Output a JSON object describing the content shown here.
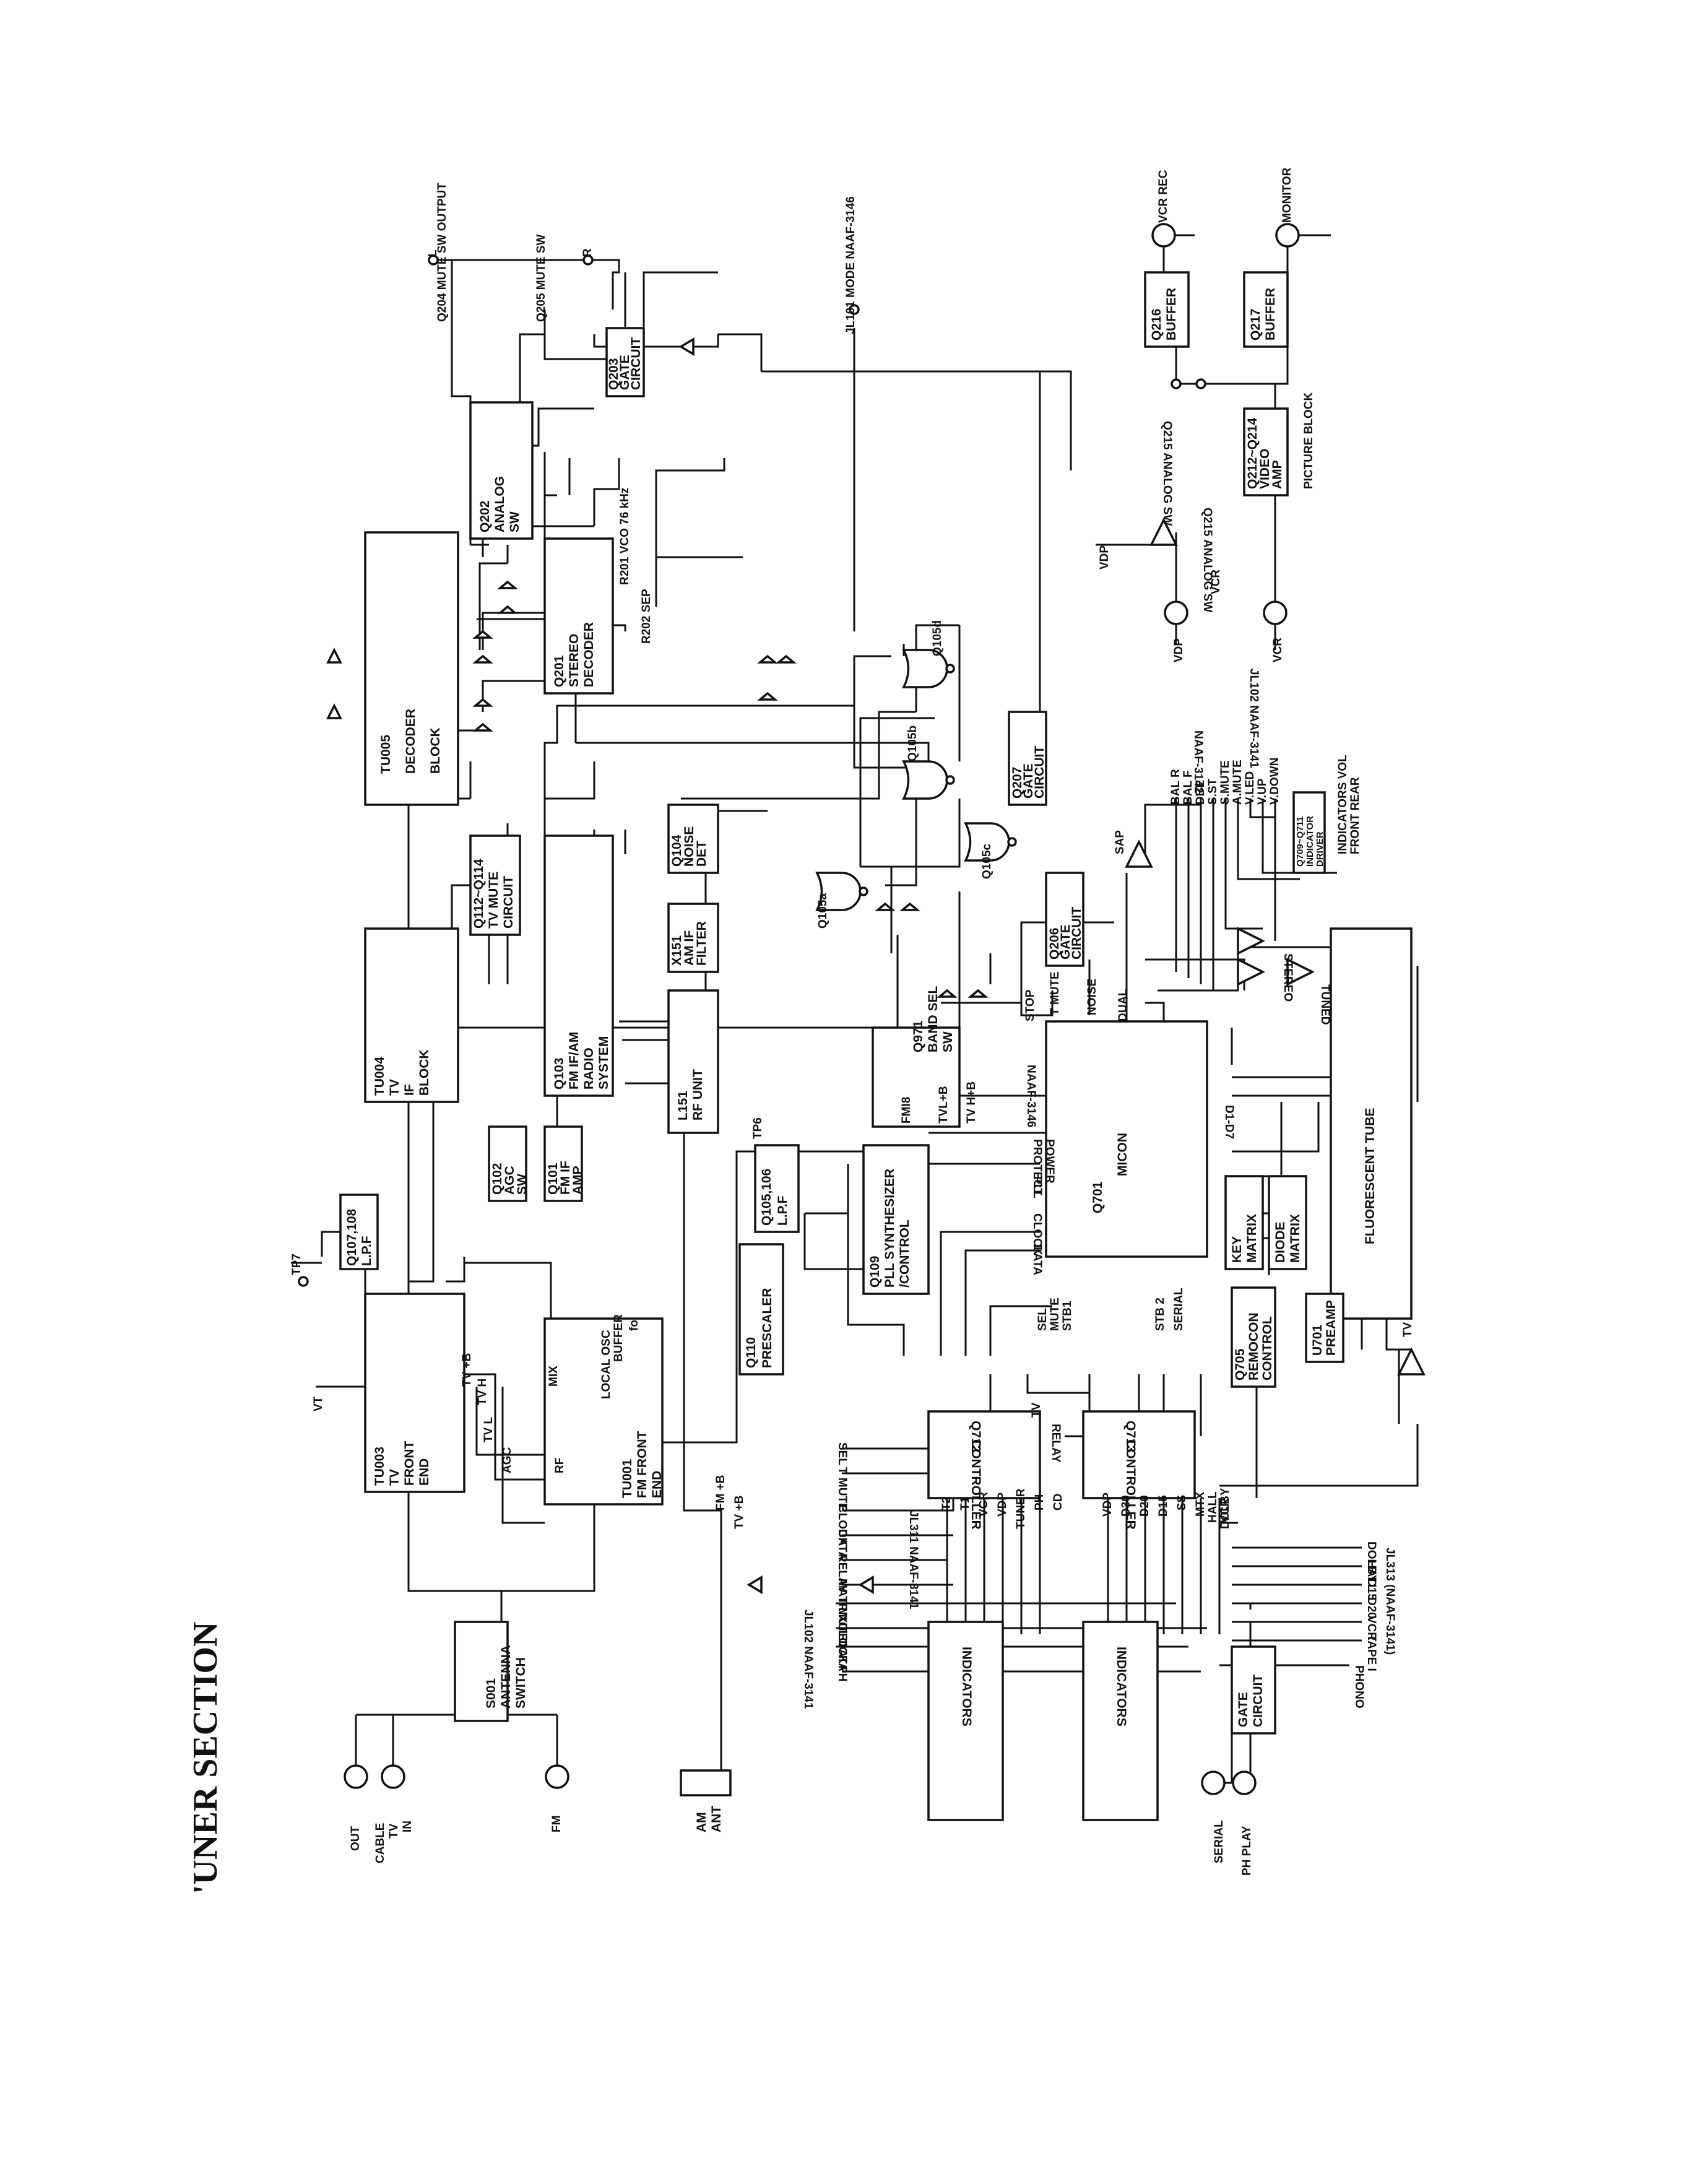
{
  "title": "'UNER SECTION",
  "blocks": [
    {
      "id": "tu003",
      "lines": [
        "TU003",
        "TV",
        "FRONT",
        "END"
      ]
    },
    {
      "id": "tu001",
      "lines": [
        "TU001",
        "FM FRONT",
        "END"
      ]
    },
    {
      "id": "s001",
      "lines": [
        "S001",
        "ANTENNA",
        "SWITCH"
      ]
    },
    {
      "id": "q107",
      "lines": [
        "Q107,108",
        "L.P.F"
      ]
    },
    {
      "id": "tu004",
      "lines": [
        "TU004",
        "TV",
        "IF",
        "BLOCK"
      ]
    },
    {
      "id": "tu005",
      "lines": [
        "TU005",
        "DECODER",
        "BLOCK"
      ]
    },
    {
      "id": "q112",
      "lines": [
        "Q112~Q114",
        "TV MUTE",
        "CIRCUIT"
      ]
    },
    {
      "id": "q103",
      "lines": [
        "Q103",
        "FM IF/AM",
        "RADIO",
        "SYSTEM"
      ]
    },
    {
      "id": "q102",
      "lines": [
        "Q102",
        "AGC",
        "SW"
      ]
    },
    {
      "id": "q101",
      "lines": [
        "Q101",
        "FM IF",
        "AMP"
      ]
    },
    {
      "id": "l151",
      "lines": [
        "L151",
        "RF UNIT"
      ]
    },
    {
      "id": "q104",
      "lines": [
        "Q104",
        "NOISE",
        "DET"
      ]
    },
    {
      "id": "x151",
      "lines": [
        "X151",
        "AM IF",
        "FILTER"
      ]
    },
    {
      "id": "q110",
      "lines": [
        "Q110",
        "PRESCALER"
      ]
    },
    {
      "id": "q105",
      "lines": [
        "Q105,106",
        "L.P.F"
      ]
    },
    {
      "id": "q109",
      "lines": [
        "Q109",
        "PLL SYNTHESIZER",
        "/CONTROL"
      ]
    },
    {
      "id": "q971",
      "lines": [
        "Q971",
        "BAND SEL",
        "SW"
      ]
    },
    {
      "id": "q201",
      "lines": [
        "Q201",
        "STEREO",
        "DECODER"
      ]
    },
    {
      "id": "q202",
      "lines": [
        "Q202",
        "ANALOG",
        "SW"
      ]
    },
    {
      "id": "q203",
      "lines": [
        "Q203",
        "GATE",
        "CIRCUIT"
      ]
    },
    {
      "id": "q207",
      "lines": [
        "Q207",
        "GATE",
        "CIRCUIT"
      ]
    },
    {
      "id": "q206",
      "lines": [
        "Q206",
        "GATE",
        "CIRCUIT"
      ]
    },
    {
      "id": "q701",
      "lines": [
        "Q701",
        "MICON"
      ]
    },
    {
      "id": "key",
      "lines": [
        "KEY",
        "MATRIX"
      ]
    },
    {
      "id": "diode",
      "lines": [
        "DIODE",
        "MATRIX"
      ]
    },
    {
      "id": "fl",
      "lines": [
        "FLUORESCENT TUBE"
      ]
    },
    {
      "id": "q709",
      "lines": [
        "Q709~Q711",
        "INDICATOR",
        "DRIVER"
      ]
    },
    {
      "id": "q705",
      "lines": [
        "Q705",
        "REMOCON",
        "CONTROL"
      ]
    },
    {
      "id": "u701",
      "lines": [
        "U701",
        "PREAMP"
      ]
    },
    {
      "id": "q712",
      "lines": [
        "Q712",
        "CONTROLLER"
      ]
    },
    {
      "id": "q713",
      "lines": [
        "Q713",
        "CONTROLLER"
      ]
    },
    {
      "id": "ind1",
      "lines": [
        "INDICATORS"
      ]
    },
    {
      "id": "ind2",
      "lines": [
        "INDICATORS"
      ]
    },
    {
      "id": "gate",
      "lines": [
        "GATE",
        "CIRCUIT"
      ]
    },
    {
      "id": "q216",
      "lines": [
        "Q216",
        "BUFFER"
      ]
    },
    {
      "id": "q217",
      "lines": [
        "Q217",
        "BUFFER"
      ]
    },
    {
      "id": "q212",
      "lines": [
        "Q212~Q214",
        "VIDEO",
        "AMP"
      ]
    },
    {
      "id": "amant",
      "lines": [
        "AM",
        "ANT"
      ]
    }
  ],
  "labels": {
    "out": "OUT",
    "cable": "CABLE",
    "tv": "TV",
    "in": "IN",
    "fm": "FM",
    "tp7": "TP7",
    "tp6": "TP6",
    "vt": "VT",
    "tvb": "TV +B",
    "tvh": "TV H",
    "tvl": "TV L",
    "agc": "AGC",
    "fmb": "FM +B",
    "tvb2": "TV +B",
    "rf": "RF",
    "mix": "MIX",
    "localosc": "LOCAL OSC",
    "buffer": "BUFFER",
    "fo": "fo",
    "fm_sig": "FMI8",
    "tvl8": "TVL+B",
    "tvh8": "TV H+B",
    "q204": "Q204 MUTE SW OUTPUT",
    "q205": "Q205 MUTE SW",
    "l": "L",
    "r": "R",
    "r201": "R201 VCO 76 kHz",
    "r202": "R202 SEP",
    "jl101": "JL101 MODE NAAF-3146",
    "q215": "Q215 ANALOG SW",
    "q215b": "Q215 ANALOG SW",
    "vcrrec": "VCR REC",
    "monitor": "MONITOR",
    "vdp": "VDP",
    "vdp2": "VDP",
    "vcr": "VCR",
    "vcr2": "VCR",
    "jl102": "JL102 NAAF-3141",
    "picture": "PICTURE BLOCK",
    "naaf3142": "NAAF-3142",
    "balr": "BAL R",
    "ball": "BAL F",
    "dbe": "DBE",
    "sst": "S.ST",
    "smute": "S.MUTE",
    "amute": "A.MUTE",
    "vled": "V.LED",
    "vup": "V.UP",
    "vdown": "V.DOWN",
    "indvol": "INDICATORS VOL",
    "frontrear": "FRONT REAR",
    "sap": "SAP",
    "stereo": "STEREO",
    "tuned": "TUNED",
    "tv_fl": "TV",
    "tmute": "T MUTE",
    "noise": "NOISE",
    "dual": "DUAL",
    "stop": "STOP",
    "d1d7": "D1-D7",
    "protect": "PROTECT",
    "power": "POWER",
    "naaf3146": "NAAF-3146",
    "jl102b": "JL102",
    "pll": "PLL",
    "clock": "CLOCK",
    "data": "DATA",
    "sel": "SEL",
    "mute": "MUTE",
    "stb1": "STB1",
    "stb2": "STB 2",
    "serial": "SERIAL",
    "relay": "RELAY",
    "tv2": "TV",
    "osel": "SEL",
    "otmute": "T MUTE",
    "oclock": "CLOCK",
    "odata": "DATA",
    "orelay": "RELAY",
    "omatrix": "MATRIX",
    "jl311": "JL311 NAAF-3141",
    "t2": "T2",
    "t1": "T1",
    "vcr3": "VCR",
    "vdp3": "VDP",
    "tuner": "TUNER",
    "ph": "PH",
    "cd": "CD",
    "vdp4": "VDP",
    "d30": "D30",
    "d20": "D20",
    "d15": "D15",
    "ss": "SS",
    "mtx": "MTX",
    "hall": "HALL",
    "dolby": "DOLBY",
    "tmute2": "T MUTE",
    "clock2": "CLOCK",
    "data2": "DATA",
    "ph2": "PH",
    "jl102c": "JL102 NAAF-3141",
    "vcr4": "VCR",
    "dolby2": "DOLBY",
    "hall2": "HALL",
    "d15b": "D15",
    "d20b": "D20",
    "vcr5": "VCR",
    "tape1": "TAPE I",
    "phono": "PHONO",
    "jl313": "JL313 (NAAF-3141)",
    "serial2": "SERIAL",
    "phplay": "PH PLAY",
    "q105a": "Q105a",
    "q105b": "Q105b",
    "q105c": "Q105c",
    "q105d": "Q105d"
  }
}
